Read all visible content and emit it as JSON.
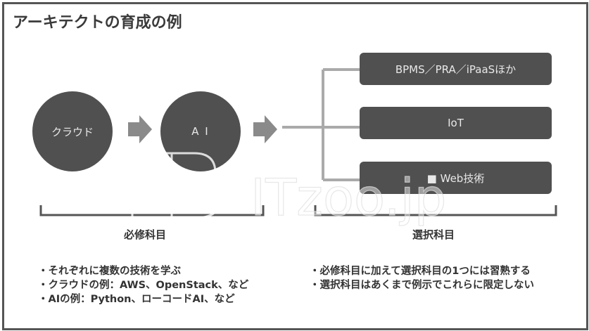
{
  "title": "アーキテクトの育成の例",
  "required": {
    "circles": [
      "クラウド",
      "A I"
    ],
    "label": "必修科目",
    "bullets": [
      "・それぞれに複数の技術を学ぶ",
      "・クラウドの例：AWS、OpenStack、など",
      "・AIの例：Python、ローコードAI、など"
    ]
  },
  "elective": {
    "boxes": [
      "BPMS／PRA／iPaaSほか",
      "IoT",
      "■ Web技術"
    ],
    "label": "選択科目",
    "bullets": [
      "・必修科目に加えて選択科目の1つには習熟する",
      "・選択科目はあくまで例示でこれらに限定しない"
    ]
  },
  "watermark": "ITzoo.jp",
  "colors": {
    "shape_fill": "#505050",
    "shape_text": "#e8e8e8",
    "arrow": "#8a8a8a",
    "connector": "#aaaaaa",
    "frame": "#555555"
  }
}
